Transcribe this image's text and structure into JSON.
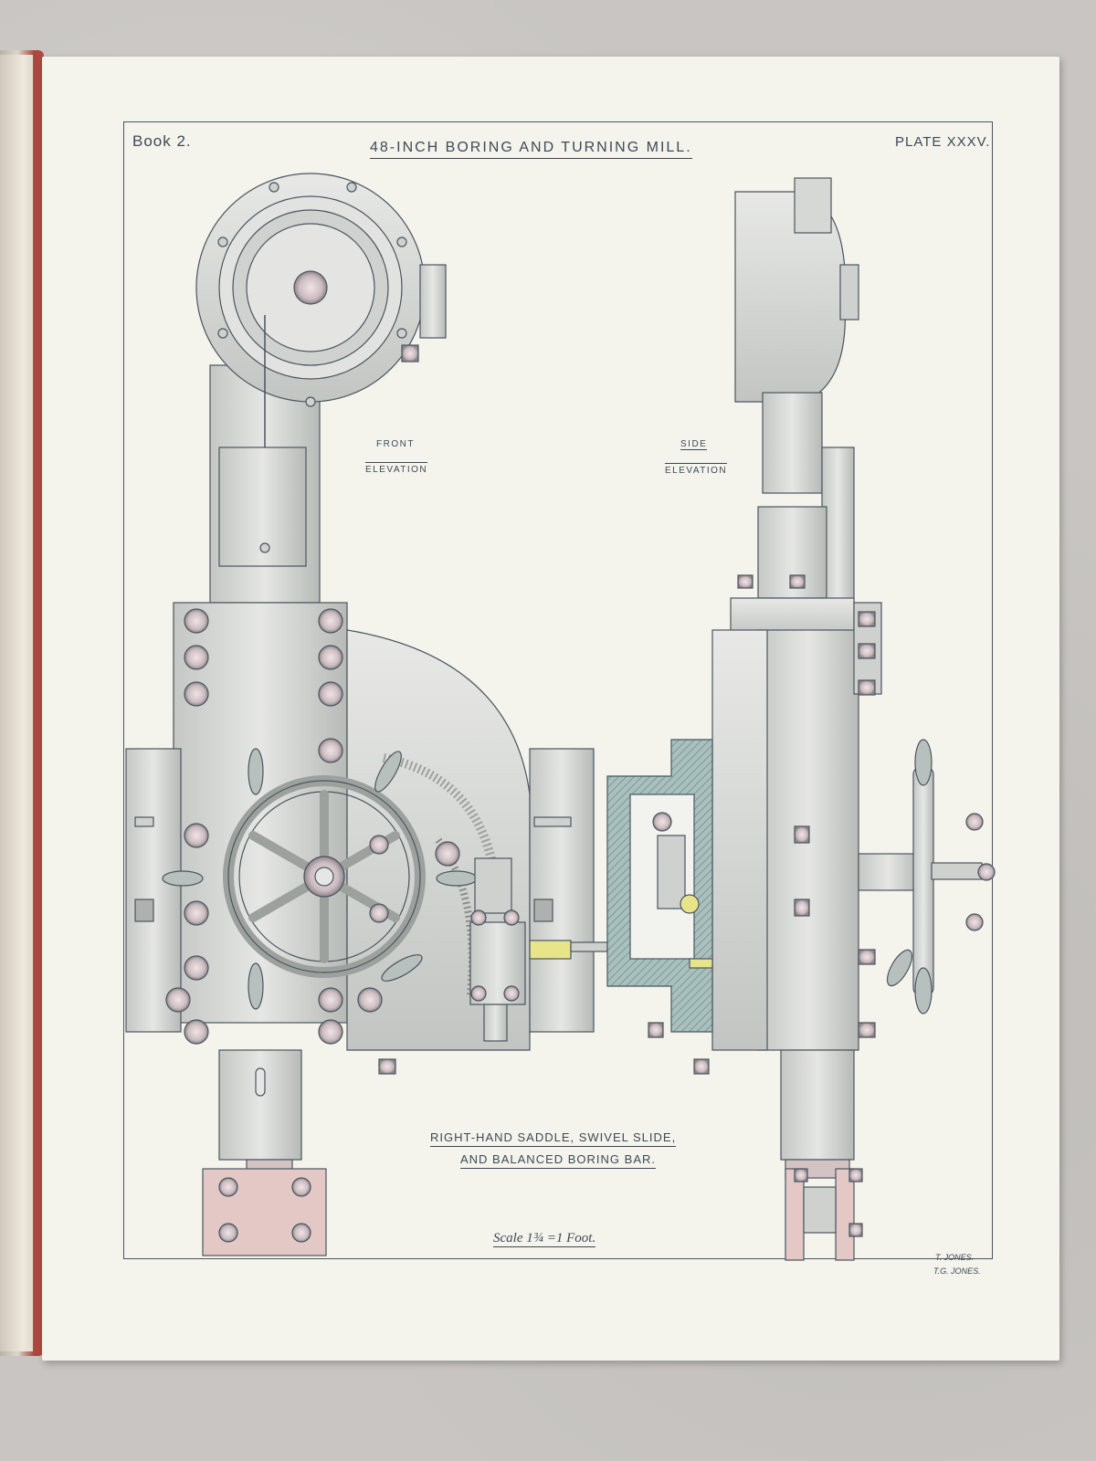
{
  "plate": {
    "book": "Book 2.",
    "title": "48-INCH BORING AND TURNING MILL.",
    "number": "PLATE XXXV.",
    "front_label_1": "FRONT",
    "front_label_2": "ELEVATION",
    "side_label_1": "SIDE",
    "side_label_2": "ELEVATION",
    "caption_1": "RIGHT-HAND SADDLE, SWIVEL SLIDE,",
    "caption_2": "AND BALANCED BORING BAR.",
    "scale": "Scale 1¾ =1 Foot.",
    "signature_1": "T. JONES.",
    "signature_2": "T.G. JONES."
  },
  "colors": {
    "page": "#f4f3ec",
    "metal": "#d7d9d6",
    "metal_shade": "#b9bcb9",
    "outline": "#4a5560",
    "section_blue": "#9fb7b4",
    "brass": "#e8e48a",
    "pink": "#e3c8c6"
  }
}
